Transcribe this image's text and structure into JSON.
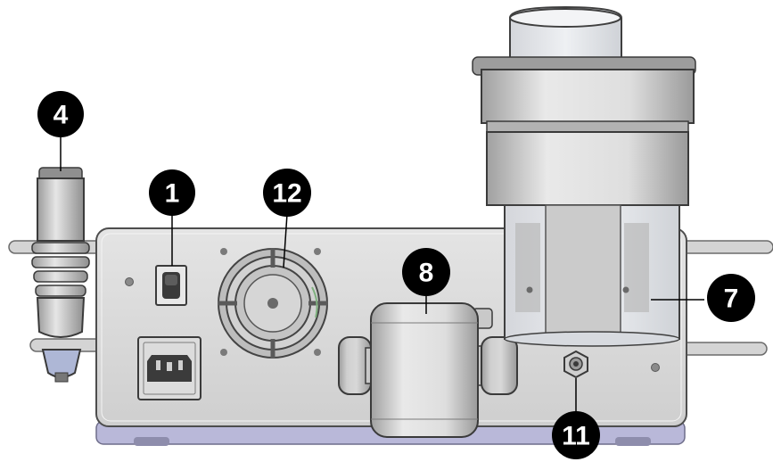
{
  "callouts": [
    {
      "id": "1",
      "label": "1"
    },
    {
      "id": "4",
      "label": "4"
    },
    {
      "id": "7",
      "label": "7"
    },
    {
      "id": "8",
      "label": "8"
    },
    {
      "id": "11",
      "label": "11"
    },
    {
      "id": "12",
      "label": "12"
    }
  ],
  "colors": {
    "panel": "#d9d9d9",
    "panel_edge": "#8f8f8f",
    "base_strip": "#b9b8d9",
    "callout_fill": "#000000",
    "callout_text": "#ffffff"
  },
  "icons": [
    "power-switch-icon",
    "cooling-fan-icon",
    "power-inlet-icon",
    "pump-cylinder-icon",
    "reservoir-icon",
    "fitting-icon",
    "handpiece-holder-icon"
  ]
}
